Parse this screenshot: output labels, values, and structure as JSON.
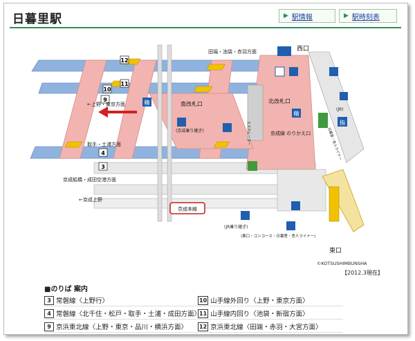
{
  "title": "日暮里駅",
  "nav": {
    "station_info": "駅情報",
    "timetable": "駅時刻表"
  },
  "map": {
    "platform_numbers": [
      "12",
      "11",
      "10",
      "9",
      "4",
      "3"
    ],
    "labels": {
      "nishiguchi": "西口",
      "higashiguchi": "東口",
      "kitakaisatsu": "北改札口",
      "minamikaisatsu": "南改札口",
      "keisei_norikae_guchi": "京成線\nのりかえ口",
      "keisei_norikae": "(京成乗り継ぎ)",
      "jr_norikae": "(JR乗り継ぎ)",
      "jr": "(JR)",
      "escalator": "エスカレーター",
      "tabata": "田端・池袋・赤羽方面",
      "ueno_tokyo": "←上野・東京方面",
      "toride": "取手・土浦方面",
      "keisei_funabashi": "京成船橋・成田空港方面",
      "keisei_ueno": "←京成上野",
      "keisei_honsen": "京成本線",
      "higashiguchi_note": "(東口・コンコース・日暮里・舎人ライナー)",
      "nippori_toneri": "日暮里・舎人ライナー",
      "sei": "精",
      "shi": "指"
    },
    "copyright": "©KOTSUSHIMBUNSHA",
    "as_of": "【2012.3現在】"
  },
  "legend": {
    "title": "■のりば 案内",
    "items": [
      {
        "num": "3",
        "text": "常磐線〈上野行〉"
      },
      {
        "num": "10",
        "text": "山手線外回り〈上野・東京方面〉"
      },
      {
        "num": "4",
        "text": "常磐線〈北千住・松戸・取手・土浦・成田方面〉"
      },
      {
        "num": "11",
        "text": "山手線内回り〈池袋・新宿方面〉"
      },
      {
        "num": "9",
        "text": "京浜東北線〈上野・東京・品川・横浜方面〉"
      },
      {
        "num": "12",
        "text": "京浜東北線〈田端・赤羽・大宮方面〉"
      }
    ]
  },
  "colors": {
    "accent": "#2e8b57",
    "platform_blue": "#8fb3de",
    "pink": "#f2b4b0",
    "stairs": "#f2c200",
    "wall": "#cfcfcf"
  }
}
